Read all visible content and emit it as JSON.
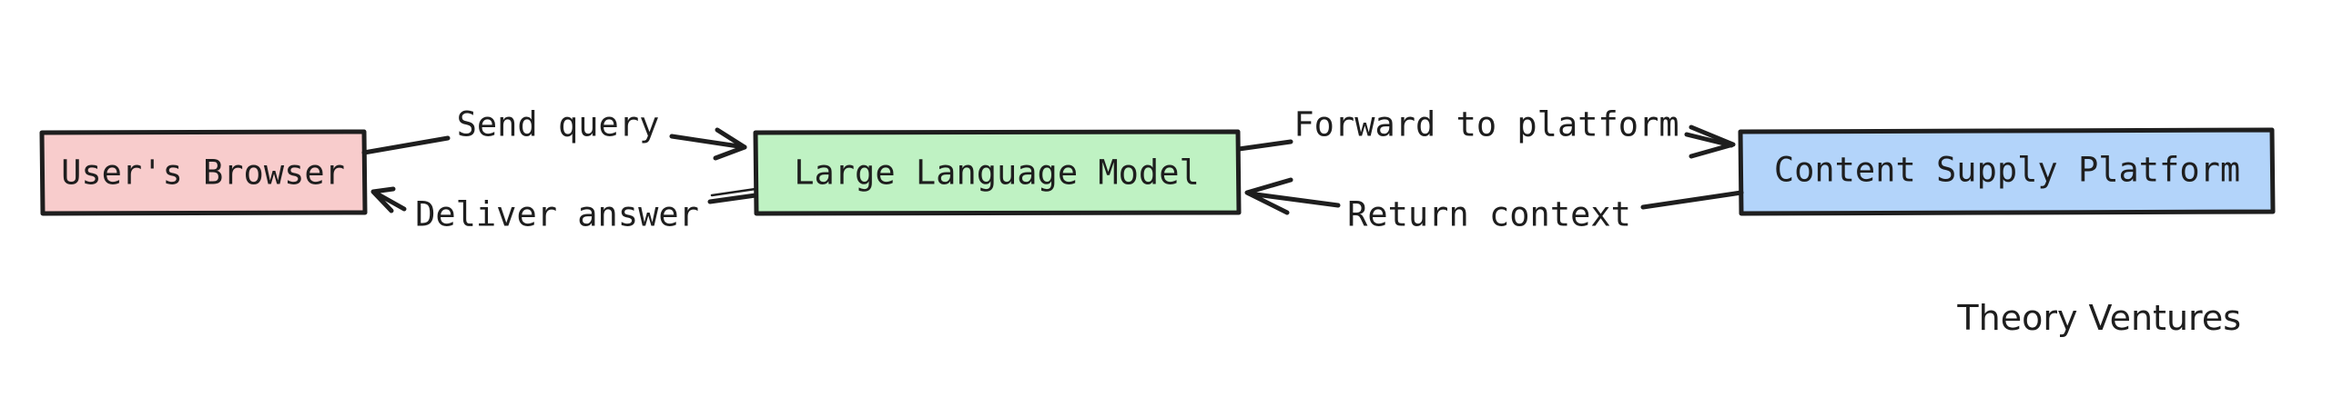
{
  "nodes": {
    "browser": {
      "label": "User's Browser",
      "color": "#f8cccc"
    },
    "llm": {
      "label": "Large Language Model",
      "color": "#bff2c3"
    },
    "platform": {
      "label": "Content Supply Platform",
      "color": "#b3d4fa"
    }
  },
  "edges": {
    "send_query": "Send query",
    "deliver_answer": "Deliver answer",
    "forward_to_platform": "Forward to platform",
    "return_context": "Return context"
  },
  "brand": "Theory Ventures",
  "colors": {
    "stroke": "#1e1e1e",
    "background": "#ffffff"
  }
}
